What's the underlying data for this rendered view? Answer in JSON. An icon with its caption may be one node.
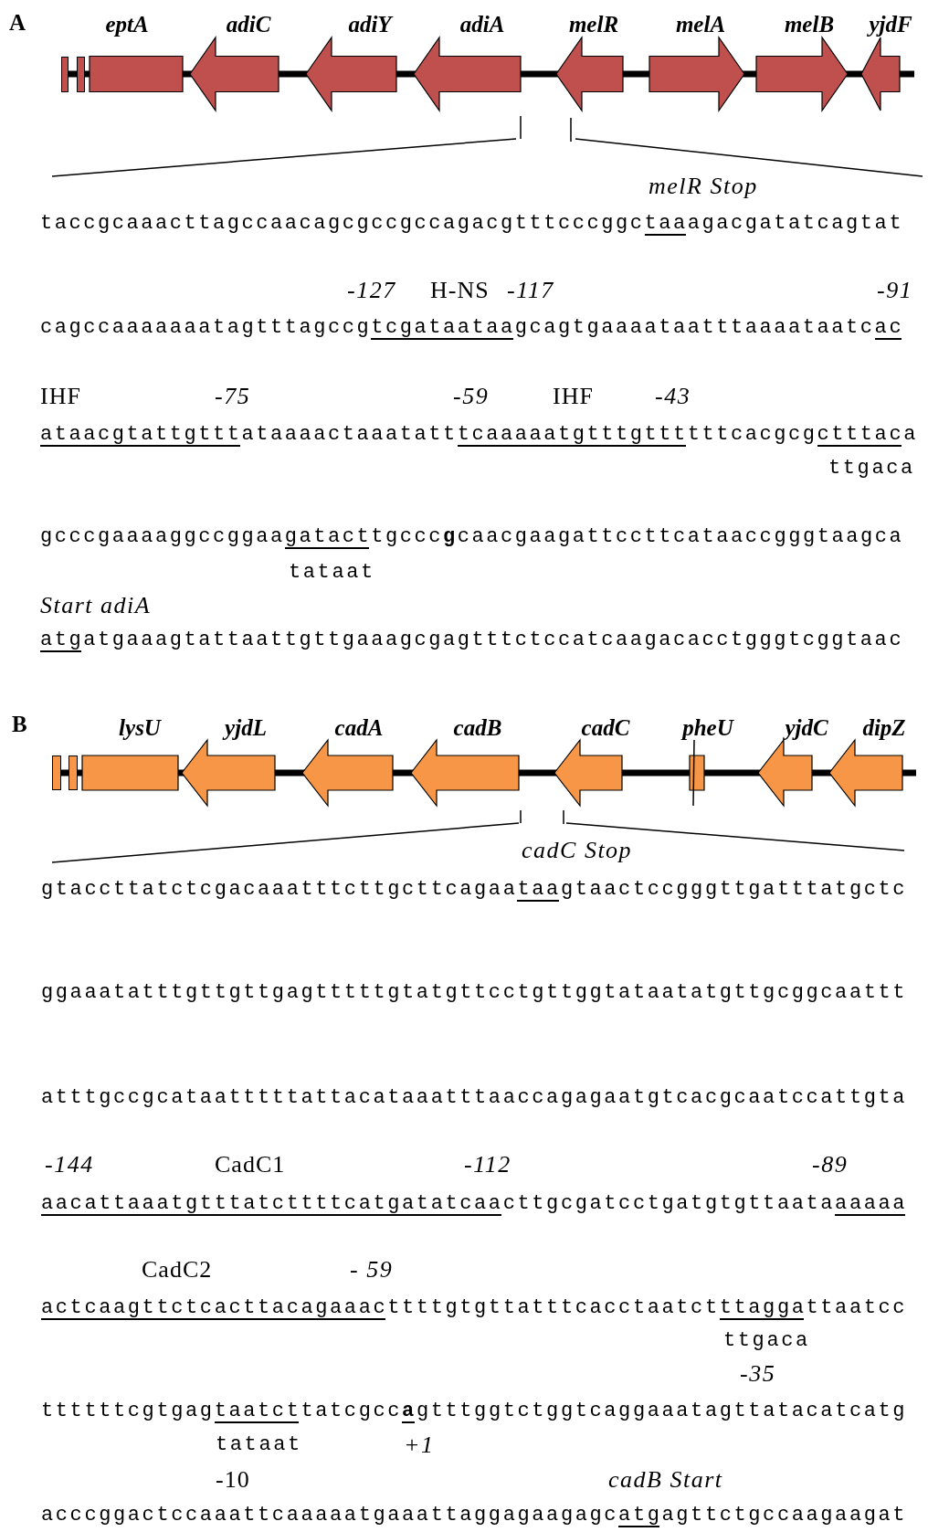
{
  "diagram": {
    "nodes": [
      {
        "text": [],
        "shape": "box"
      },
      {
        "text": [],
        "shape": "box"
      },
      {
        "text": [
          "eptA"
        ]
      },
      {
        "text": [
          "adiC"
        ]
      },
      {
        "text": [
          "adiY"
        ]
      },
      {
        "text": [
          "adiA"
        ]
      },
      {
        "text": [
          "melR"
        ]
      },
      {
        "text": [
          "melA"
        ]
      },
      {
        "text": [
          "melB"
        ]
      },
      {
        "text": [
          "yjdF"
        ]
      },
      {
        "text": [],
        "shape": "box"
      },
      {
        "text": [],
        "shape": "box"
      },
      {
        "text": [
          "lysU"
        ]
      },
      {
        "text": [
          "yjdL"
        ]
      },
      {
        "text": [
          "cadA"
        ]
      },
      {
        "text": [
          "cadB"
        ]
      },
      {
        "text": [
          "cadC"
        ]
      },
      {
        "text": [
          "pheU"
        ]
      },
      {
        "text": [
          "yjdC"
        ]
      },
      {
        "text": [
          "dipZ"
        ]
      }
    ],
    "labels": [
      "A",
      "melR Stop",
      "taccgcaaacttagccaacagcgccgccagacgtttcccggctaaagacgatatcagtat",
      "-127",
      "H-NS",
      "-117",
      "-91",
      "cagccaaaaaaatagtttagccgtcgataataagcagtgaaaataatttaaaataatcac",
      "IHF",
      "-75",
      "-59",
      "IHF",
      "-43",
      "ataacgtattgtttataaaactaaatatttcaaaaatgtttgttttttcacgcgctttaca",
      "ttgaca",
      "gcccgaaaaggccggaagatacttgccc**g**caacgaagattccttcataaccgggtaagca",
      "tataat",
      "Start adiA",
      "atgatgaaagtattaattgttgaaagcgagtttctccatcaagacacctgggtcggtaac",
      "B",
      "cadC Stop",
      "gtaccttatctcgacaaatttcttgcttcagaataagtaactccgggttgatttatgctc",
      "ggaaatatttgttgttgagtttttgtatgttcctgttggtataatatgttgcggcaattt",
      "atttgccgcataatttttattacataaatttaaccagagaatgtcacgcaatccattgta",
      "-144",
      "CadC1",
      "-112",
      "-89",
      "aacattaaatgtttatcttttcatgatatcaacttgcgatcctgatgtgttaataaaaaa",
      "CadC2",
      "- 59",
      "actcaagttctcacttacagaaacttttgtgttatttcacctaatctttaggattaatcc",
      "ttgaca",
      "-35",
      "ttttttcgtgagtaatcttatcgcc**a**gtttggtctggtcaggaaatagttatacatcatg",
      "tataat",
      "+1",
      "-10",
      "cadB Start",
      "acccggactccaaattcaaaaatgaaattaggagaagagcatgagttctgccaagaagat"
    ]
  }
}
